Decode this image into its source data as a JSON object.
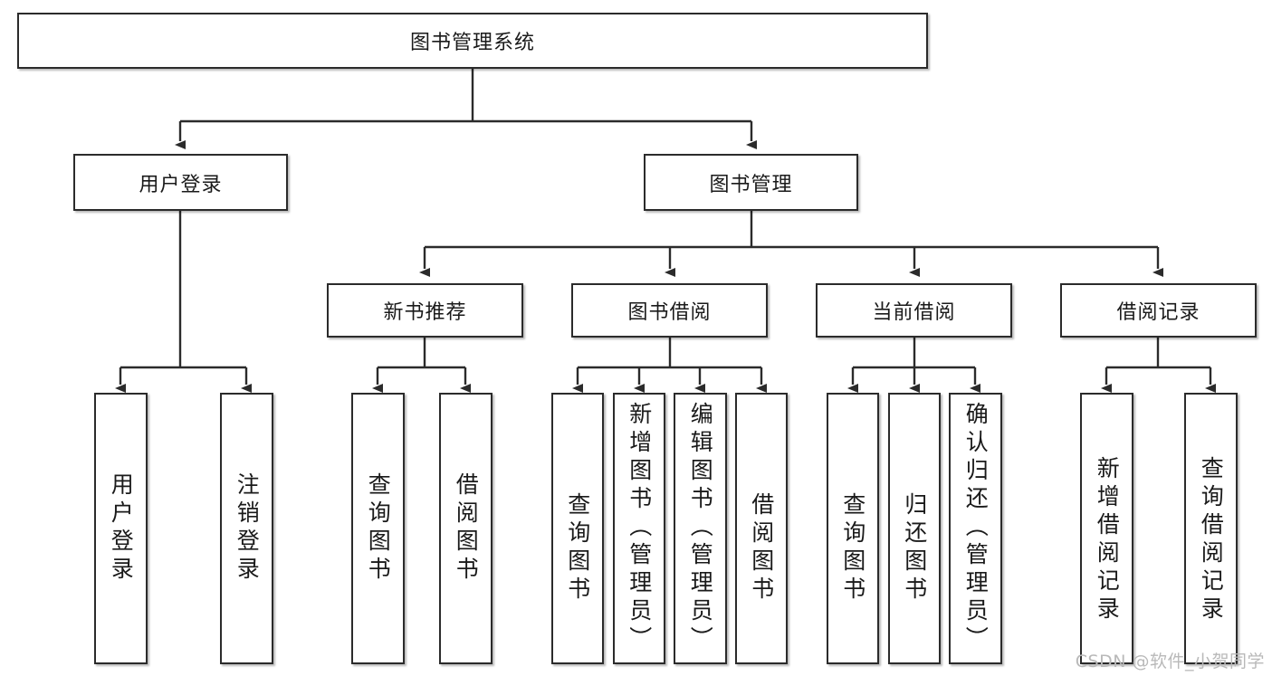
{
  "diagram": {
    "title": "图书管理系统",
    "type": "hierarchy-tree",
    "root": {
      "label": "图书管理系统"
    },
    "level1": [
      {
        "label": "用户登录"
      },
      {
        "label": "图书管理"
      }
    ],
    "level2": [
      {
        "label": "新书推荐"
      },
      {
        "label": "图书借阅"
      },
      {
        "label": "当前借阅"
      },
      {
        "label": "借阅记录"
      }
    ],
    "leaves": {
      "user_login": [
        {
          "label": "用户登录"
        },
        {
          "label": "注销登录"
        }
      ],
      "new_book_recommend": [
        {
          "label": "查询图书"
        },
        {
          "label": "借阅图书"
        }
      ],
      "book_borrow": [
        {
          "label": "查询图书"
        },
        {
          "label": "新增图书（管理员）"
        },
        {
          "label": "编辑图书（管理员）"
        },
        {
          "label": "借阅图书"
        }
      ],
      "current_borrow": [
        {
          "label": "查询图书"
        },
        {
          "label": "归还图书"
        },
        {
          "label": "确认归还（管理员）"
        }
      ],
      "borrow_record": [
        {
          "label": "新增借阅记录"
        },
        {
          "label": "查询借阅记录"
        }
      ]
    }
  },
  "watermark": {
    "text": "CSDN @软件_小贺同学"
  },
  "colors": {
    "border": "#2b2b2b",
    "background": "#ffffff",
    "text": "#1a1a1a",
    "watermark": "#b9b9b9"
  }
}
